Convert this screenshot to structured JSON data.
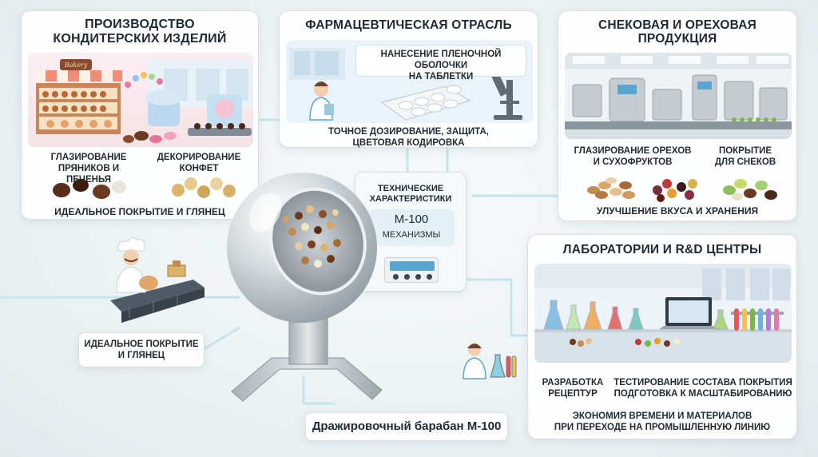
{
  "confectionery": {
    "title_line1": "ПРОИЗВОДСТВО",
    "title_line2": "КОНДИТЕРСКИХ ИЗДЕЛИЙ",
    "shop_sign": "Bakery",
    "item1_line1": "ГЛАЗИРОВАНИЕ",
    "item1_line2": "ПРЯНИКОВ И ПЕЧЕНЬЯ",
    "item2_line1": "ДЕКОРИРОВАНИЕ",
    "item2_line2": "КОНФЕТ",
    "footer": "ИДЕАЛЬНОЕ ПОКРЫТИЕ И ГЛЯНЕЦ"
  },
  "pharma": {
    "title": "ФАРМАЦЕВТИЧЕСКАЯ ОТРАСЛЬ",
    "box_line1": "НАНЕСЕНИЕ ПЛЕНОЧНОЙ ОБОЛОЧКИ",
    "box_line2": "НА ТАБЛЕТКИ",
    "footer_line1": "ТОЧНОЕ ДОЗИРОВАНИЕ, ЗАЩИТА,",
    "footer_line2": "ЦВЕТОВАЯ КОДИРОВКА"
  },
  "snacks": {
    "title_line1": "СНЕКОВАЯ И ОРЕХОВАЯ",
    "title_line2": "ПРОДУКЦИЯ",
    "item1_line1": "ГЛАЗИРОВАНИЕ ОРЕХОВ",
    "item1_line2": "И СУХОФРУКТОВ",
    "item2_line1": "ПОКРЫТИЕ",
    "item2_line2": "ДЛЯ СНЕКОВ",
    "footer": "УЛУЧШЕНИЕ ВКУСА И ХРАНЕНИЯ"
  },
  "tech": {
    "line1": "ТЕХНИЧЕСКИЕ",
    "line2": "ХАРАКТЕРИСТИКИ",
    "model": "М-100",
    "mechanisms": "МЕХАНИЗМЫ"
  },
  "lab": {
    "title": "ЛАБОРАТОРИИ И R&D ЦЕНТРЫ",
    "item1_line1": "РАЗРАБОТКА",
    "item1_line2": "РЕЦЕПТУР",
    "item2_line1": "ТЕСТИРОВАНИЕ СОСТАВА ПОКРЫТИЯ",
    "item2_line2": "ПОДГОТОВКА К МАСШТАБИРОВАНИЮ",
    "footer_line1": "ЭКОНОМИЯ ВРЕМЕНИ И МАТЕРИАЛОВ",
    "footer_line2": "ПРИ ПЕРЕХОДЕ НА ПРОМЫШЛЕННУЮ ЛИНИЮ"
  },
  "baker": {
    "caption_line1": "ИДЕАЛЬНОЕ ПОКРЫТИЕ",
    "caption_line2": "И ГЛЯНЕЦ"
  },
  "product": {
    "label": "Дражировочный барабан М-100"
  },
  "colors": {
    "accent_line": "#bfe3ec",
    "panel_border": "#d6e0e5",
    "steel": "#c9d0d5",
    "display": "#5aa6ce"
  }
}
